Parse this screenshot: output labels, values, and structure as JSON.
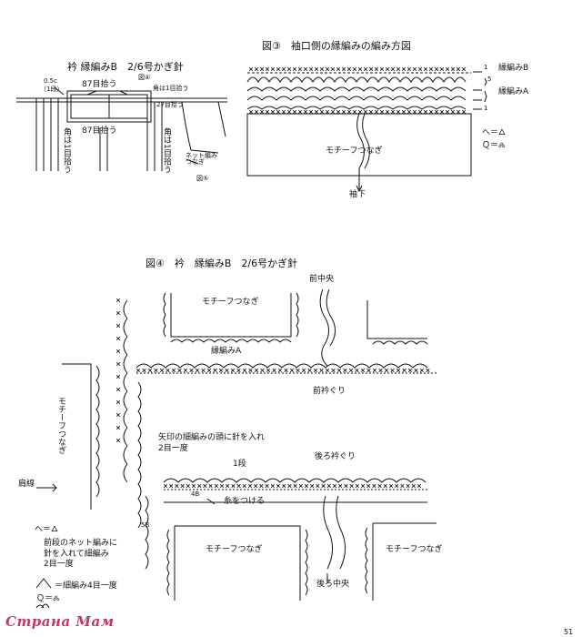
{
  "fig_top_left": {
    "title": "衿 縁編みB　2/6号かぎ針",
    "ref_fig4": "図④",
    "label_05": "0.5c",
    "label_1row": "（1段）",
    "stitches_top": "87目拾う",
    "stitches_bottom": "87目拾う",
    "corner_right_top": "角は1目拾う",
    "count_27": "27目拾う",
    "corner_left": "角は1目拾う",
    "corner_right": "角は1目拾う",
    "net_label": "ネット編み\nつなぎ",
    "ref_fig5": "図⑤"
  },
  "fig3": {
    "title": "図③　袖口側の縁編みの編み方図",
    "row1_top": "1",
    "edging_b": "縁編みB",
    "row5": "5",
    "edging_a": "縁編みA",
    "row1_bottom": "1",
    "motif_join": "モチーフつなぎ",
    "sleeve_under": "袖下",
    "legend_a": "へ＝🜂",
    "legend_b": "Ｑ＝🝆"
  },
  "fig4": {
    "title": "図④　衿　縁編みB　2/6号かぎ針",
    "front_center": "前中央",
    "motif_top": "モチーフつなぎ",
    "edging_a": "縁編みA",
    "front_neck": "前衿ぐり",
    "motif_left": "モチーフつなぎ",
    "arrow_note": "矢印の細編みの頭に針を入れ\n2目一度",
    "row1": "1段",
    "back_neck": "後ろ衿ぐり",
    "shoulder": "肩線",
    "yarn_join": "糸をつける",
    "count_4b": "4B",
    "count_5b": "5B",
    "motif_bottom_left": "モチーフつなぎ",
    "motif_bottom_right": "モチーフつなぎ",
    "back_center": "後ろ中央",
    "legend_1": "へ＝🜂",
    "legend_2": "前段のネット編みに\n針を入れて細編み\n2目一度",
    "legend_3": "＝細編み4目一度",
    "legend_4": "Ｑ＝🝆"
  },
  "watermark": "Страна Мам",
  "page_number": "51"
}
